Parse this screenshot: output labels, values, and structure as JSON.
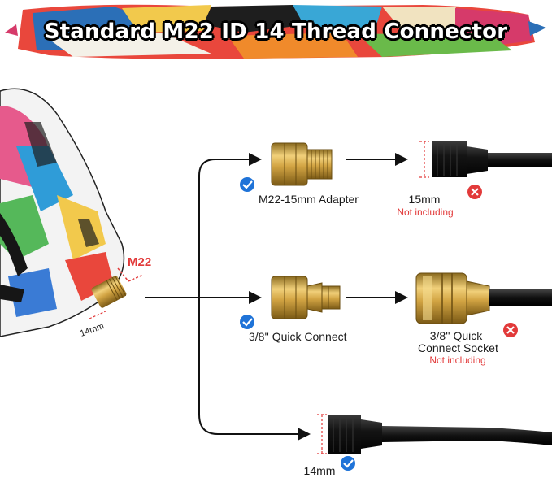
{
  "banner": {
    "title": "Standard M22 ID 14 Thread Connector"
  },
  "gun": {
    "thread_label": "M22",
    "diameter_label": "14mm"
  },
  "options": [
    {
      "adapter_label": "M22-15mm Adapter",
      "adapter_status": "check",
      "target_label": "15mm",
      "target_note": "Not including",
      "target_status": "cross"
    },
    {
      "adapter_label": "3/8'' Quick Connect",
      "adapter_status": "check",
      "target_label_line1": "3/8'' Quick",
      "target_label_line2": "Connect Socket",
      "target_note": "Not including",
      "target_status": "cross"
    },
    {
      "target_label": "14mm",
      "target_status": "check"
    }
  ],
  "colors": {
    "check": "#1f73d8",
    "cross": "#e23a3a",
    "brass": "#d1a33c",
    "hose": "#1c1c1c",
    "line": "#111111"
  }
}
